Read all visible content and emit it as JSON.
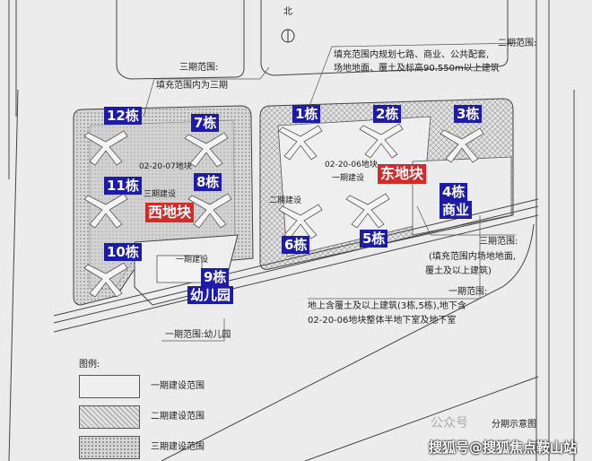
{
  "north": "北",
  "phase3_note": {
    "title": "三期范围:",
    "text": "填充范围内为三期"
  },
  "phase2_note": {
    "title": "二期范围:",
    "line1": "填充范围内规划七路、商业、公共配套,",
    "line2": "场地地面、覆土及标高90.550m以上建筑"
  },
  "buildings": {
    "b12": "12栋",
    "b7": "7栋",
    "b1": "1栋",
    "b2": "2栋",
    "b3": "3栋",
    "b11": "11栋",
    "b8": "8栋",
    "b4": "4栋",
    "b4sub": "商业",
    "b10": "10栋",
    "b6": "6栋",
    "b5": "5栋",
    "b9": "9栋",
    "b9sub": "幼儿园"
  },
  "west_plot": {
    "name": "西地块",
    "code": "02-20-07地块",
    "phase": "三期建设"
  },
  "east_plot": {
    "name": "东地块",
    "code": "02-20-06地块",
    "phase": "一期建设"
  },
  "phase2_build": "二期建设",
  "kinder_phase": "一期建设",
  "east_phase3_note": {
    "title": "三期范围:",
    "line1": "(填充范围内场地地面,",
    "line2": "覆土及以上建筑)"
  },
  "phase1_note": {
    "title": "一期范围:",
    "line1": "地上含覆土及以上建筑(3栋,5栋),地下含",
    "line2": "02-20-06地块整体半地下室及地下室"
  },
  "kinder_note": "一期范围:幼儿园",
  "legend": {
    "title": "图例:",
    "items": [
      "一期建设范围",
      "二期建设范围",
      "三期建设范围"
    ]
  },
  "caption": "分期示意图",
  "watermark": "搜狐号@搜狐焦点鞍山站",
  "watermark_faint": "公众号"
}
